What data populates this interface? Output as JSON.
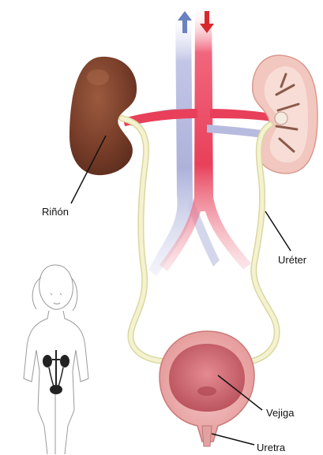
{
  "labels": {
    "kidney": "Riñón",
    "ureter": "Uréter",
    "bladder": "Vejiga",
    "urethra": "Uretra"
  },
  "colors": {
    "kidney_dark": "#7a3f2a",
    "kidney_section": "#f1c7bf",
    "artery": "#e8405a",
    "vein": "#b9bcdf",
    "ureter": "#f2f0c6",
    "bladder": "#e9a3a3",
    "bladder_inner": "#c9616a",
    "arrow_up": "#6a82c0",
    "arrow_down": "#d9282c"
  },
  "icons": {
    "vessel_flow_up": "blue-arrow-up-icon",
    "vessel_flow_down": "red-arrow-down-icon"
  }
}
